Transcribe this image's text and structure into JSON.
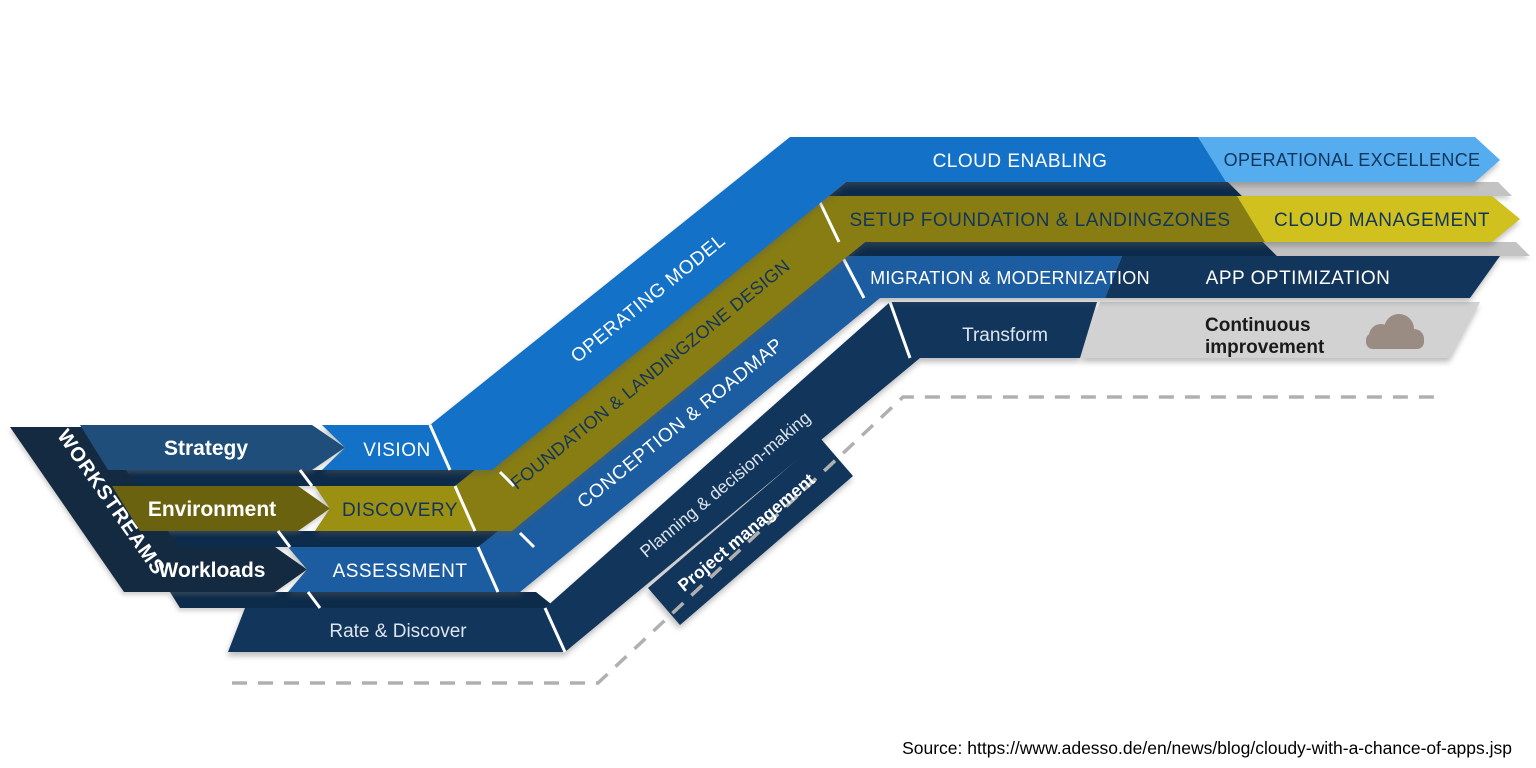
{
  "workstreams_label": "WORKSTREAMS",
  "rows": {
    "strategy": {
      "label": "Strategy",
      "stage": "VISION"
    },
    "environment": {
      "label": "Environment",
      "stage": "DISCOVERY"
    },
    "workloads": {
      "label": "Workloads",
      "stage": "ASSESSMENT"
    },
    "rate_discover": {
      "label": "Rate & Discover"
    }
  },
  "diagonals": {
    "operating_model": "OPERATING MODEL",
    "foundation": "FOUNDATION & LANDINGZONE DESIGN",
    "conception": "CONCEPTION & ROADMAP",
    "planning": "Planning & decision-making",
    "project_management": "Project management"
  },
  "top_rows": {
    "row1": {
      "left": "CLOUD ENABLING",
      "right": "OPERATIONAL EXCELLENCE"
    },
    "row2": {
      "left": "SETUP FOUNDATION & LANDINGZONES",
      "right": "CLOUD MANAGEMENT"
    },
    "row3": {
      "left": "MIGRATION & MODERNIZATION",
      "right": "APP OPTIMIZATION"
    },
    "row4": {
      "left": "Transform",
      "right_line1": "Continuous",
      "right_line2": "improvement"
    }
  },
  "icons": {
    "cloud": "cloud-icon"
  },
  "palette": {
    "bright_blue": "#1371C8",
    "light_blue": "#55ACEE",
    "steel_blue": "#1E4E79",
    "medium_blue": "#1C5DA1",
    "navy": "#12355B",
    "dark_navy": "#132A40",
    "underside_navy": "#0D2B4A",
    "olive_dark": "#6B6210",
    "olive": "#877D12",
    "olive_bright": "#9C9013",
    "yellow": "#D0C11E",
    "gray_band": "#D2D2D2",
    "gray_underside": "#C3C3C3",
    "cloud_taupe": "#9A8B83",
    "dash_gray": "#B0B0B0"
  },
  "source": "Source: https://www.adesso.de/en/news/blog/cloudy-with-a-chance-of-apps.jsp"
}
